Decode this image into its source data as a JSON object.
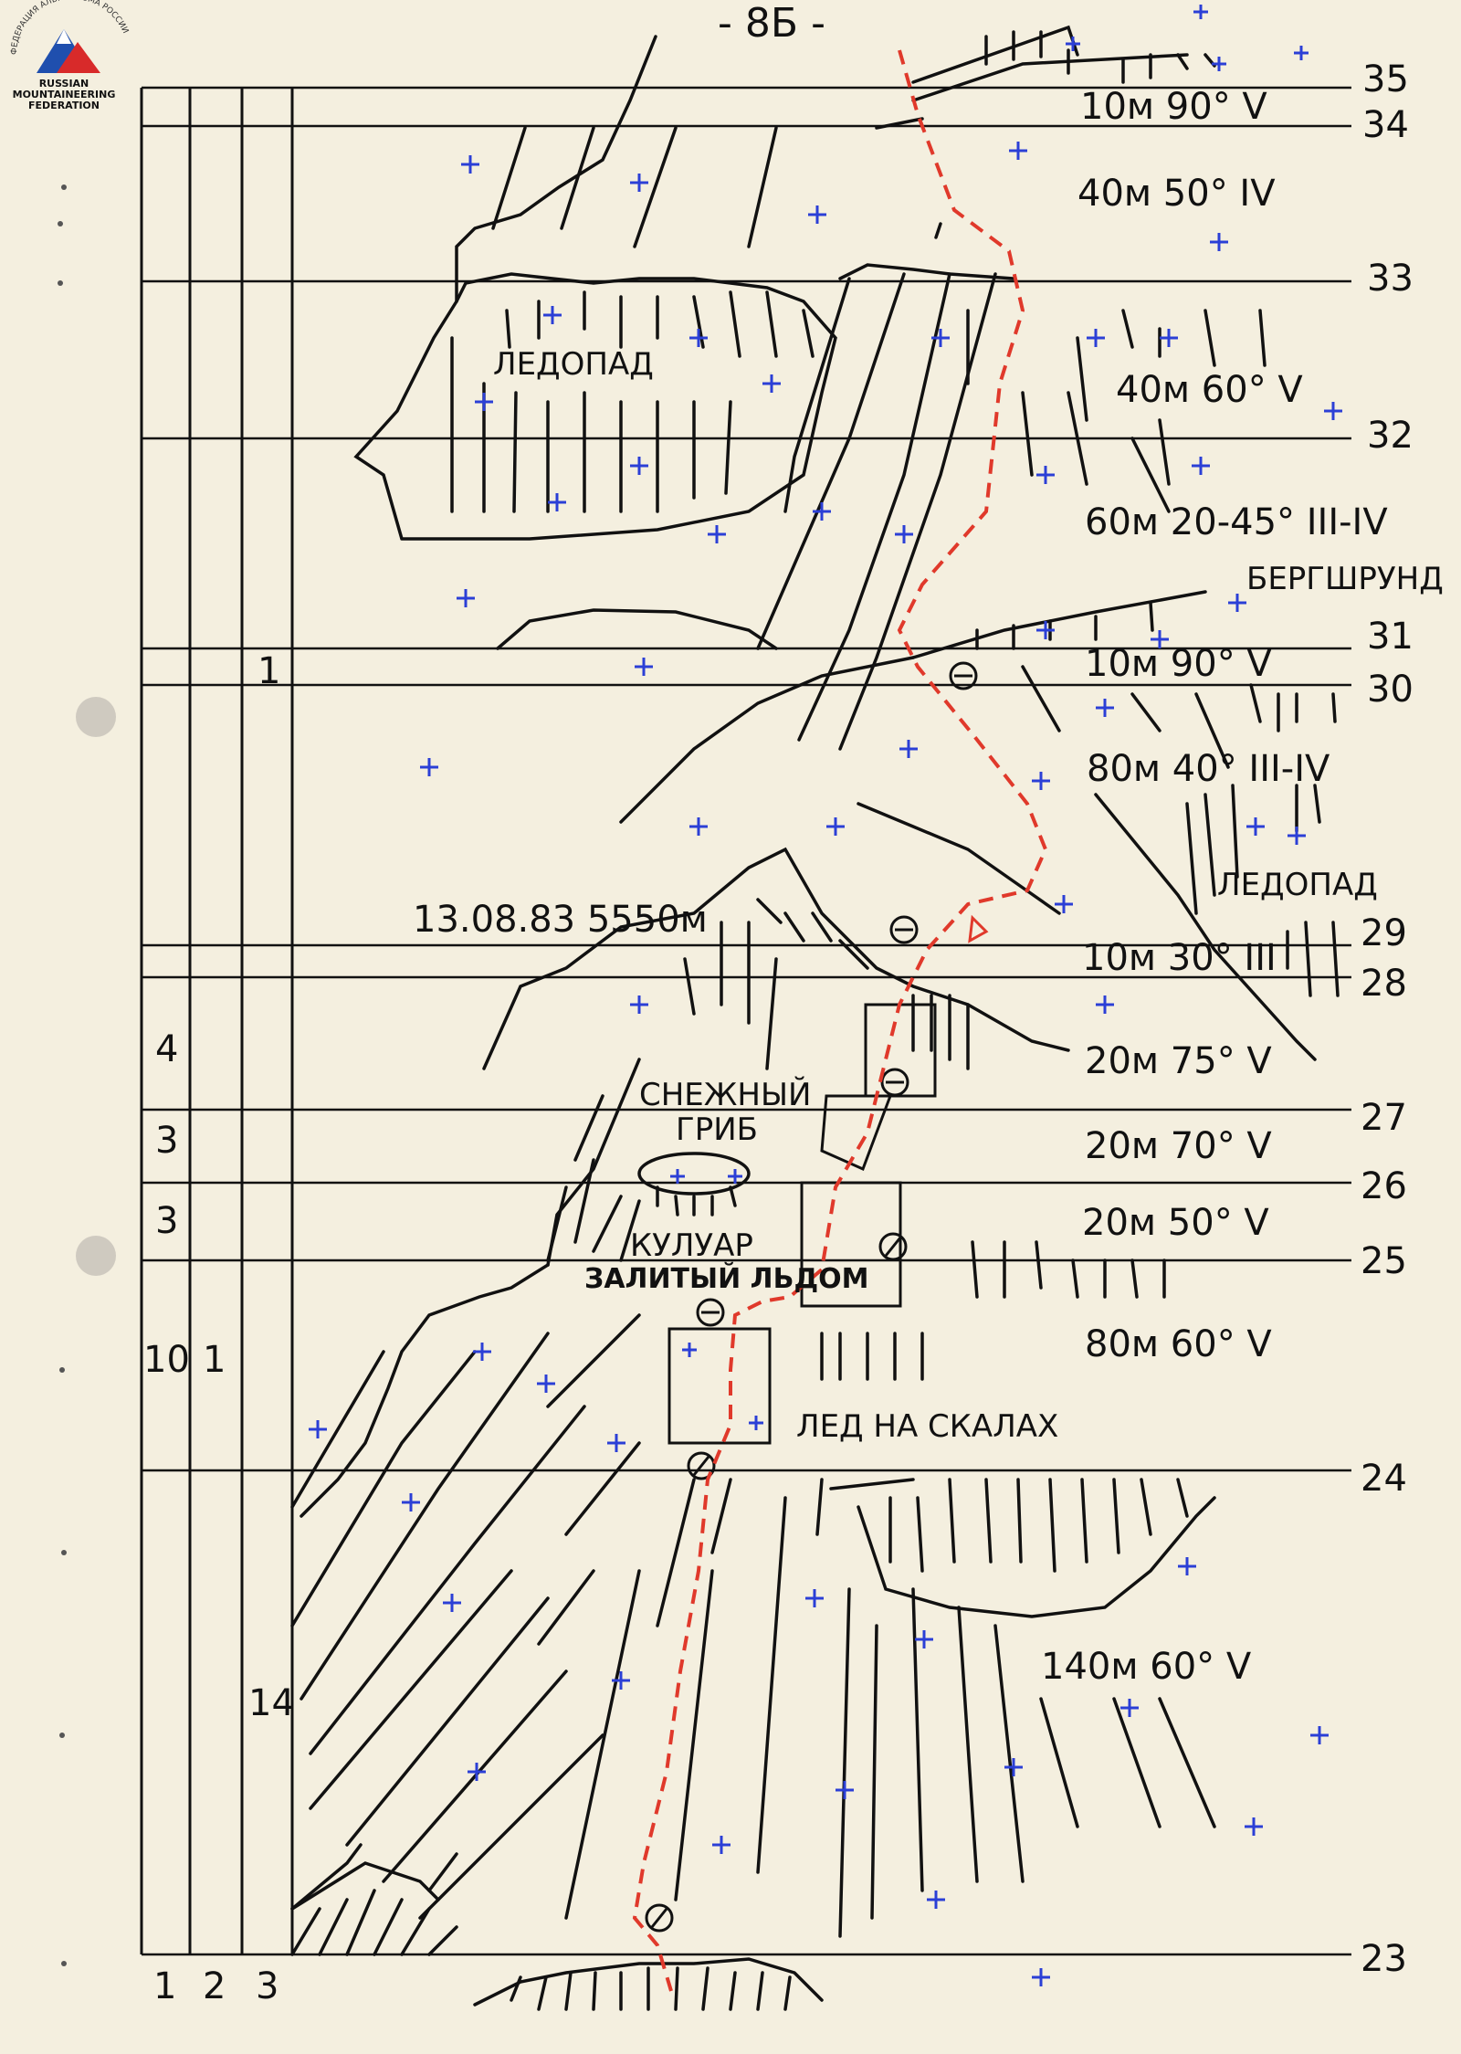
{
  "page_number": "- 8Б -",
  "logo": {
    "arc_text": "ФЕДЕРАЦИЯ АЛЬПИНИЗМА РОССИИ",
    "line1": "RUSSIAN",
    "line2": "MOUNTAINEERING",
    "line3": "FEDERATION"
  },
  "columns": [
    "1",
    "2",
    "3"
  ],
  "col_values": [
    {
      "c1": "4",
      "c2": "",
      "c3": ""
    },
    {
      "c1": "3",
      "c2": "",
      "c3": ""
    },
    {
      "c1": "3",
      "c2": "",
      "c3": ""
    },
    {
      "c1": "10",
      "c2": "1",
      "c3": ""
    },
    {
      "c1": "",
      "c2": "",
      "c3": "14"
    },
    {
      "c1": "",
      "c2": "",
      "c3": "1"
    }
  ],
  "segments": [
    {
      "id": "35",
      "label": ""
    },
    {
      "id": "34",
      "label": "10м 90° V"
    },
    {
      "id": "33",
      "label": "40м 50° IV"
    },
    {
      "id": "32",
      "label": "40м 60° V"
    },
    {
      "id": "31",
      "label": "60м 20-45° III-IV"
    },
    {
      "id": "30",
      "label": "10м 90° V"
    },
    {
      "id": "29",
      "label": "80м 40° III-IV"
    },
    {
      "id": "28",
      "label": "10м 30° III"
    },
    {
      "id": "27",
      "label": "20м 75° V"
    },
    {
      "id": "26",
      "label": "20м 70° V"
    },
    {
      "id": "25",
      "label": "20м 50° V"
    },
    {
      "id": "24",
      "label": "80м 60° V"
    },
    {
      "id": "23",
      "label": "140м 60° V"
    }
  ],
  "labels": {
    "icefall_top": "ЛЕДОПАД",
    "icefall_right": "ЛЕДОПАД",
    "bergschrund": "БЕРГШРУНД",
    "bivouac": "13.08.83  5550м",
    "snow_mushroom_1": "СНЕЖНЫЙ",
    "snow_mushroom_2": "ГРИБ",
    "couloir_1": "КУЛУАР",
    "couloir_2": "ЗАЛИТЫЙ ЛЬДОМ",
    "ice_on_rocks": "ЛЕД НА СКАЛАХ"
  },
  "colors": {
    "paper": "#f4efdf",
    "ink": "#111111",
    "route": "#e0392b",
    "ice_cross": "#2b3fd6"
  }
}
